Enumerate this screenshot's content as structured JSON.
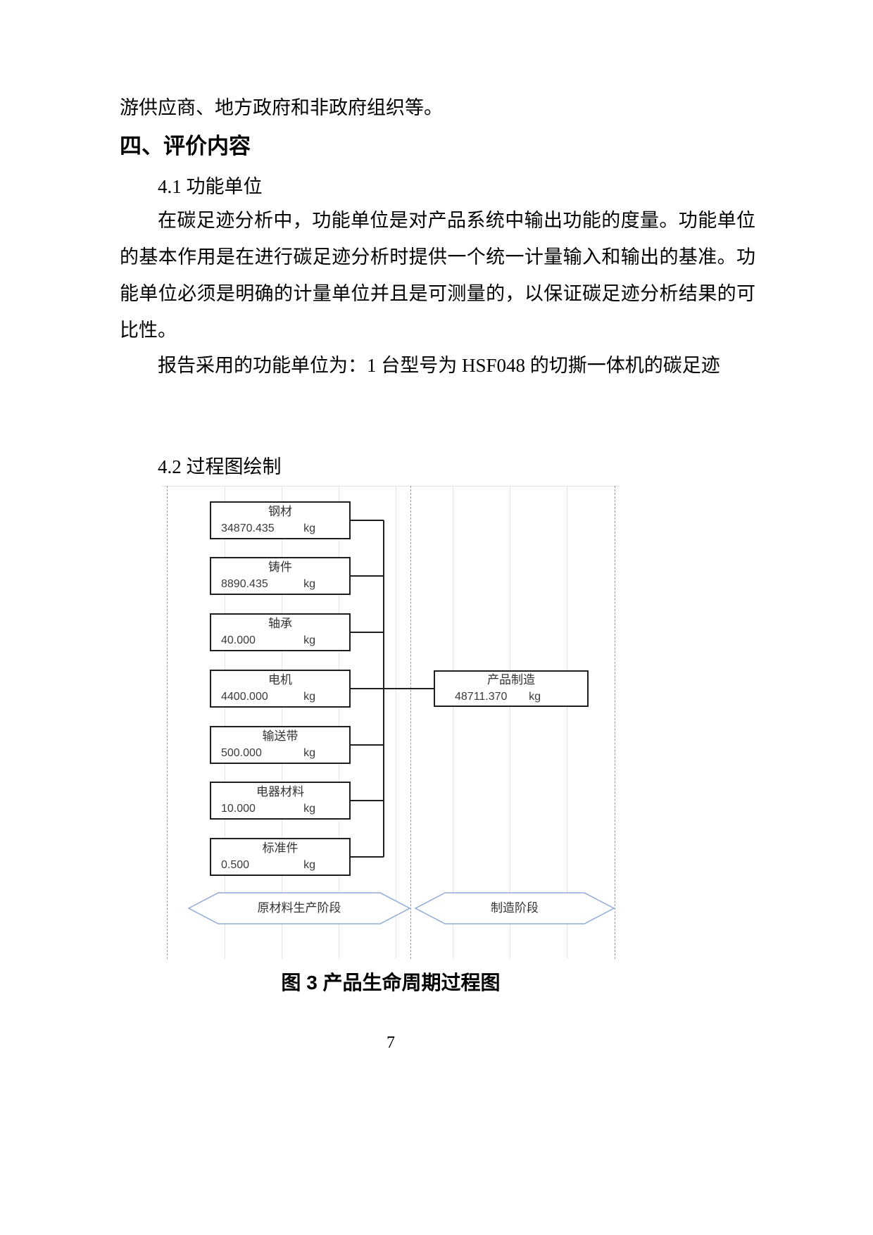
{
  "document": {
    "intro_line": "游供应商、地方政府和非政府组织等。",
    "section_heading": "四、评价内容",
    "sub_heading_1": "4.1 功能单位",
    "paragraph_1": "在碳足迹分析中，功能单位是对产品系统中输出功能的度量。功能单位的基本作用是在进行碳足迹分析时提供一个统一计量输入和输出的基准。功能单位必须是明确的计量单位并且是可测量的，以保证碳足迹分析结果的可比性。",
    "paragraph_2": "报告采用的功能单位为：1 台型号为 HSF048 的切撕一体机的碳足迹",
    "sub_heading_2": "4.2 过程图绘制",
    "figure_caption": "图 3 产品生命周期过程图",
    "page_number": "7"
  },
  "diagram": {
    "inputs": [
      {
        "name": "钢材",
        "value": "34870.435",
        "unit": "kg"
      },
      {
        "name": "铸件",
        "value": "8890.435",
        "unit": "kg"
      },
      {
        "name": "轴承",
        "value": "40.000",
        "unit": "kg"
      },
      {
        "name": "电机",
        "value": "4400.000",
        "unit": "kg"
      },
      {
        "name": "输送带",
        "value": "500.000",
        "unit": "kg"
      },
      {
        "name": "电器材料",
        "value": "10.000",
        "unit": "kg"
      },
      {
        "name": "标准件",
        "value": "0.500",
        "unit": "kg"
      }
    ],
    "process": {
      "name": "产品制造",
      "value": "48711.370",
      "unit": "kg"
    },
    "stages": [
      {
        "label": "原材料生产阶段"
      },
      {
        "label": "制造阶段"
      }
    ],
    "line_color": "#1f1f1f",
    "stage_border_color": "#8faadc"
  }
}
